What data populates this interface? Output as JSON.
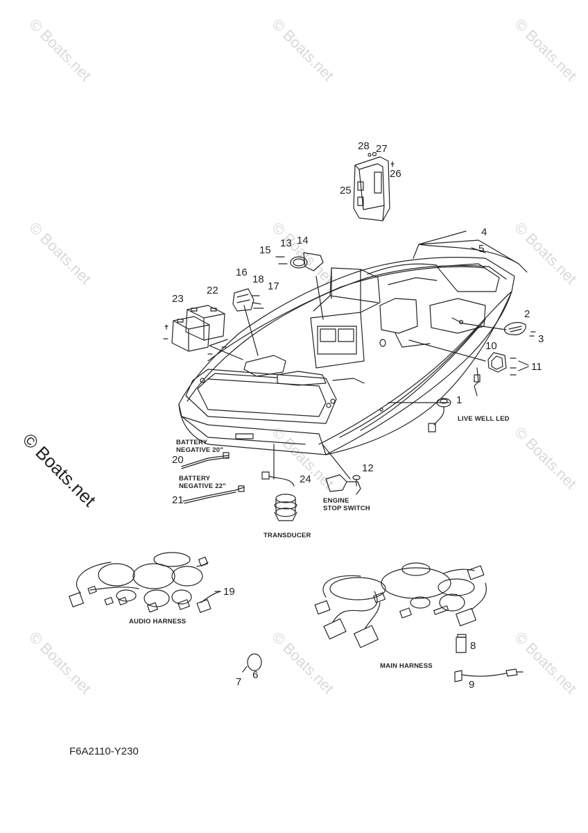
{
  "watermark": "© Boats.net",
  "diagram_code": "F6A2110-Y230",
  "labels": {
    "live_well_led": "LIVE WELL LED",
    "battery_neg_20_l1": "BATTERY",
    "battery_neg_20_l2": "NEGATIVE 20\"",
    "battery_neg_22_l1": "BATTERY",
    "battery_neg_22_l2": "NEGATIVE 22\"",
    "engine_stop_l1": "ENGINE",
    "engine_stop_l2": "STOP SWITCH",
    "transducer": "TRANSDUCER",
    "audio_harness": "AUDIO HARNESS",
    "main_harness": "MAIN HARNESS"
  },
  "parts": {
    "p1": "1",
    "p2": "2",
    "p3": "3",
    "p4": "4",
    "p5": "5",
    "p6": "6",
    "p7": "7",
    "p8": "8",
    "p9": "9",
    "p10": "10",
    "p11": "11",
    "p12": "12",
    "p13": "13",
    "p14": "14",
    "p15": "15",
    "p16": "16",
    "p17": "17",
    "p18": "18",
    "p19": "19",
    "p20": "20",
    "p21": "21",
    "p22": "22",
    "p23": "23",
    "p24": "24",
    "p25": "25",
    "p26": "26",
    "p27": "27",
    "p28": "28"
  }
}
